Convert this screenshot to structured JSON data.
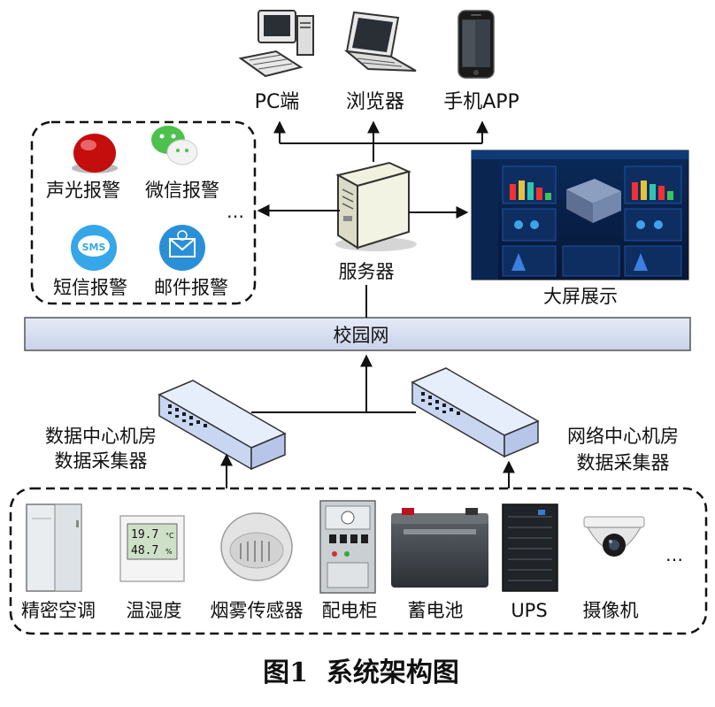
{
  "clients": {
    "pc": "PC端",
    "browser": "浏览器",
    "mobile": "手机APP"
  },
  "server": {
    "label": "服务器"
  },
  "big_screen": {
    "label": "大屏展示"
  },
  "alarms": {
    "sound_light": "声光报警",
    "wechat": "微信报警",
    "sms": "短信报警",
    "sms_icon_text": "SMS",
    "email": "邮件报警",
    "ellipsis": "…"
  },
  "network": {
    "label": "校园网"
  },
  "collectors": {
    "left": {
      "line1": "数据中心机房",
      "line2": "数据采集器"
    },
    "right": {
      "line1": "网络中心机房",
      "line2": "数据采集器"
    }
  },
  "thermo_readout": {
    "temp": "19.7",
    "temp_unit": "°C",
    "humidity": "48.7",
    "humidity_unit": "%"
  },
  "devices": {
    "ac": "精密空调",
    "temp_humidity": "温湿度",
    "smoke": "烟雾传感器",
    "power_cabinet": "配电柜",
    "battery": "蓄电池",
    "ups": "UPS",
    "camera": "摄像机",
    "ellipsis": "…"
  },
  "caption": "图1  系统架构图"
}
